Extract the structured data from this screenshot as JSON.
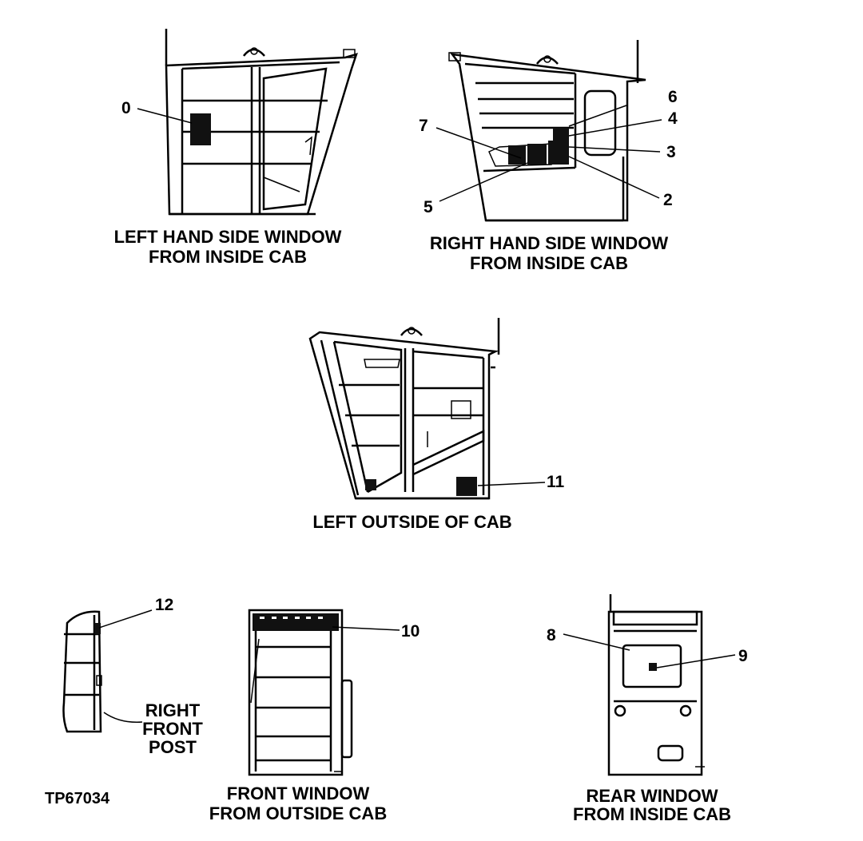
{
  "drawings": {
    "left_hand_side": {
      "caption_line1": "LEFT HAND SIDE WINDOW",
      "caption_line2": "FROM INSIDE CAB"
    },
    "right_hand_side": {
      "caption_line1": "RIGHT HAND SIDE WINDOW",
      "caption_line2": "FROM INSIDE CAB"
    },
    "left_outside": {
      "caption_line1": "LEFT OUTSIDE OF CAB"
    },
    "right_front_post": {
      "caption_line1": "RIGHT",
      "caption_line2": "FRONT",
      "caption_line3": "POST"
    },
    "front_window": {
      "caption_line1": "FRONT WINDOW",
      "caption_line2": "FROM OUTSIDE CAB"
    },
    "rear_window": {
      "caption_line1": "REAR WINDOW",
      "caption_line2": "FROM INSIDE CAB"
    }
  },
  "callouts": [
    "0",
    "6",
    "7",
    "4",
    "3",
    "5",
    "2",
    "11",
    "12",
    "10",
    "8",
    "9"
  ],
  "figure_id": "TP67034"
}
